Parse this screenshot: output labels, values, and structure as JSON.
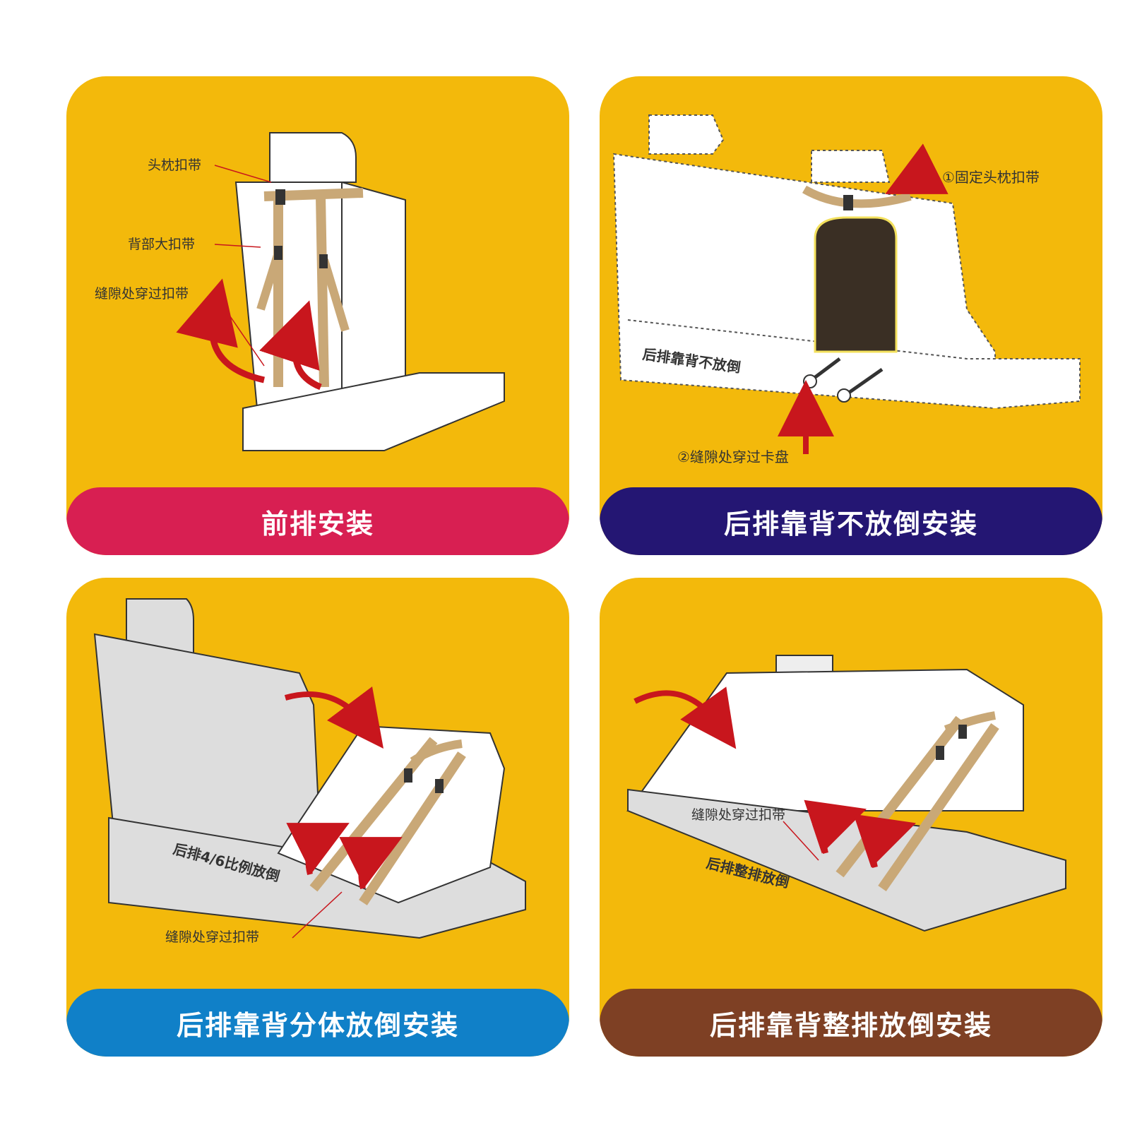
{
  "colors": {
    "panel_bg": "#F3B90B",
    "banner_front": "#D81F52",
    "banner_rear_upright": "#241673",
    "banner_rear_split": "#1080C8",
    "banner_rear_full": "#7E4024",
    "strap": "#C9A877",
    "arrow": "#C8161D"
  },
  "panels": [
    {
      "banner": "前排安装",
      "labels": {
        "headrest_strap": "头枕扣带",
        "back_strap": "背部大扣带",
        "gap_strap": "缝隙处穿过扣带"
      }
    },
    {
      "banner": "后排靠背不放倒安装",
      "labels": {
        "step1": "①固定头枕扣带",
        "step2": "②缝隙处穿过卡盘",
        "seat_text": "后排靠背不放倒"
      }
    },
    {
      "banner": "后排靠背分体放倒安装",
      "labels": {
        "gap_strap": "缝隙处穿过扣带",
        "seat_text": "后排4/6比例放倒"
      }
    },
    {
      "banner": "后排靠背整排放倒安装",
      "labels": {
        "gap_strap": "缝隙处穿过扣带",
        "seat_text": "后排整排放倒"
      }
    }
  ]
}
